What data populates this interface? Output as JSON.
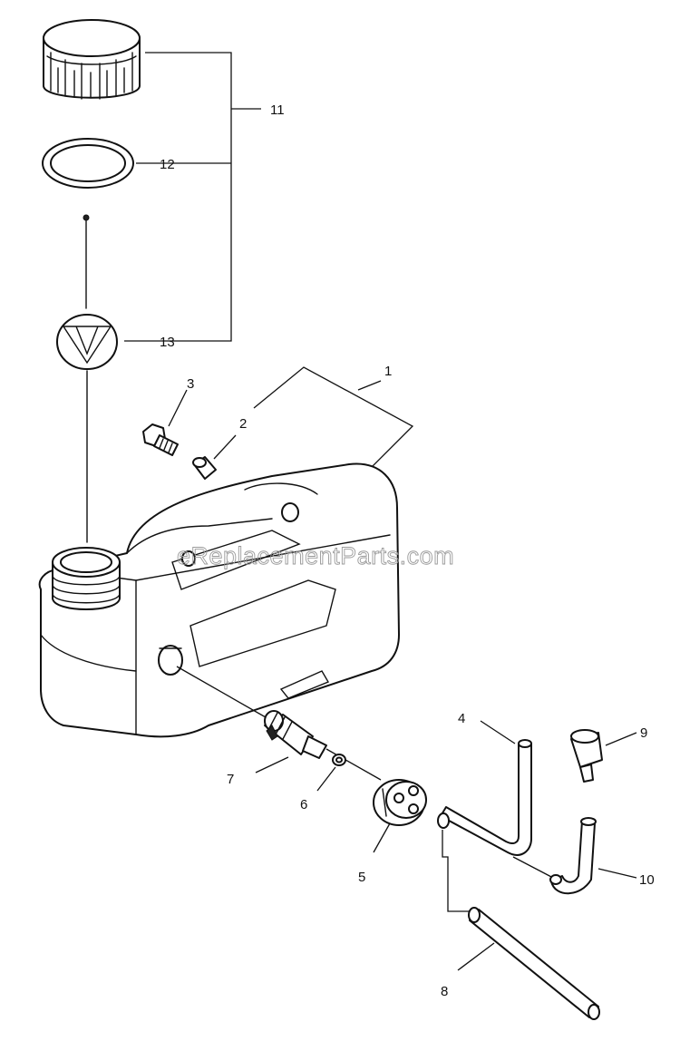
{
  "watermark": "eReplacementParts.com",
  "callouts": {
    "p1": "1",
    "p2": "2",
    "p3": "3",
    "p4": "4",
    "p5": "5",
    "p6": "6",
    "p7": "7",
    "p8": "8",
    "p9": "9",
    "p10": "10",
    "p11": "11",
    "p12": "12",
    "p13": "13"
  }
}
